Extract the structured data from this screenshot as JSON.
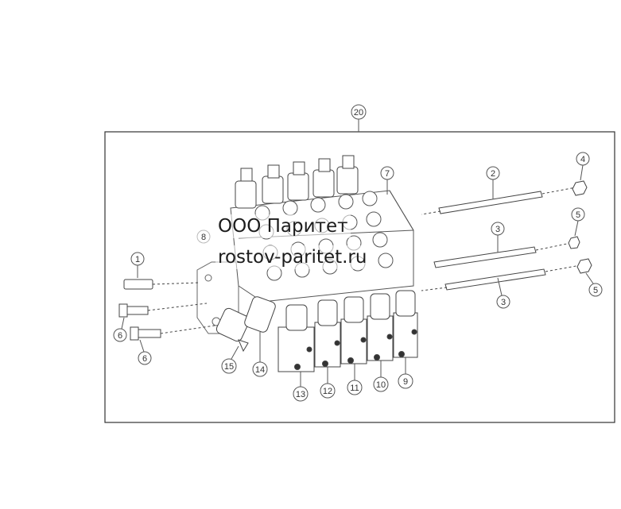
{
  "watermark": {
    "line1": "ООО Паритет",
    "line2": "rostov-paritet.ru"
  },
  "callouts": [
    {
      "id": "c20",
      "label": "20"
    },
    {
      "id": "c7",
      "label": "7"
    },
    {
      "id": "c2",
      "label": "2"
    },
    {
      "id": "c4",
      "label": "4"
    },
    {
      "id": "c5a",
      "label": "5"
    },
    {
      "id": "c3a",
      "label": "3"
    },
    {
      "id": "c3b",
      "label": "3"
    },
    {
      "id": "c5b",
      "label": "5"
    },
    {
      "id": "c8",
      "label": "8"
    },
    {
      "id": "c1",
      "label": "1"
    },
    {
      "id": "c6a",
      "label": "6"
    },
    {
      "id": "c6b",
      "label": "6"
    },
    {
      "id": "c15",
      "label": "15"
    },
    {
      "id": "c14",
      "label": "14"
    },
    {
      "id": "c13",
      "label": "13"
    },
    {
      "id": "c12",
      "label": "12"
    },
    {
      "id": "c11",
      "label": "11"
    },
    {
      "id": "c10",
      "label": "10"
    },
    {
      "id": "c9",
      "label": "9"
    }
  ],
  "colors": {
    "line": "#555555",
    "frame": "#333333",
    "watermark": "#1c1c1c"
  }
}
